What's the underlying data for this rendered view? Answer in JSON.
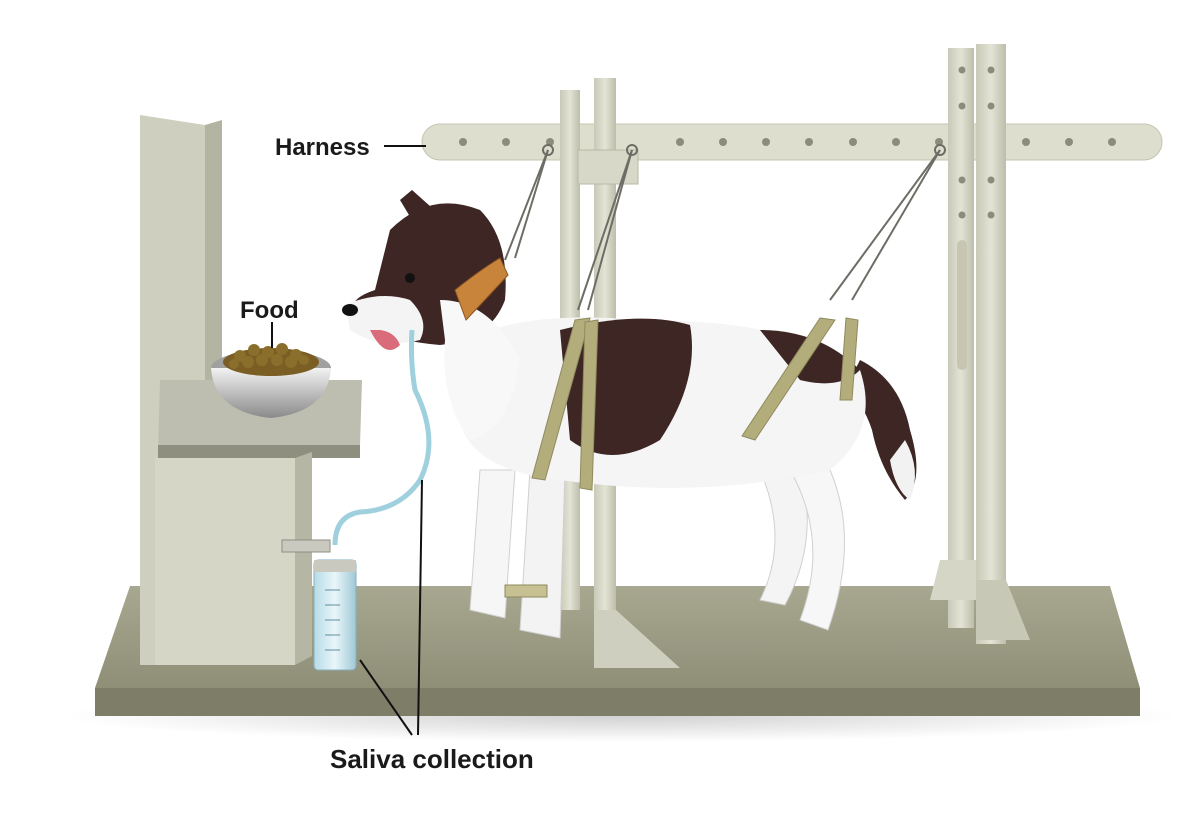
{
  "figure": {
    "labels": {
      "harness": "Harness",
      "food": "Food",
      "saliva": "Saliva collection"
    }
  },
  "colors": {
    "frame": "#dcdccd",
    "frame_shadow": "#b9b9a6",
    "platform": "#9c9c86",
    "platform_side": "#7d7d68",
    "strap": "#b3ad7c",
    "collar": "#c8843a",
    "dog_dark": "#3d2624",
    "tube": "#9fd0de"
  }
}
